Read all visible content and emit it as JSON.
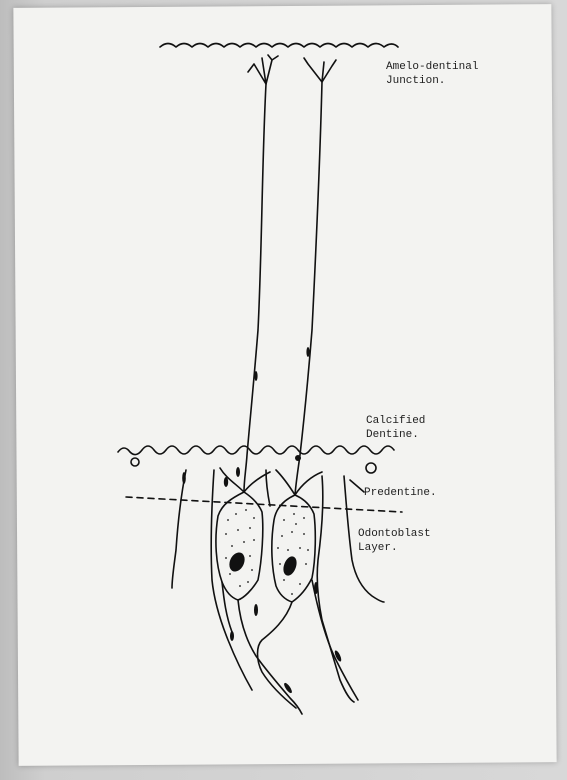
{
  "labels": {
    "amelo_line1": "Amelo-dentinal",
    "amelo_line2": "Junction.",
    "calcified_line1": "Calcified",
    "calcified_line2": "Dentine.",
    "predentine": "Predentine.",
    "odonto_line1": "Odontoblast",
    "odonto_line2": "Layer."
  },
  "colors": {
    "ink": "#111111",
    "paper": "#f3f3f1",
    "background": "#c9c9c9"
  }
}
